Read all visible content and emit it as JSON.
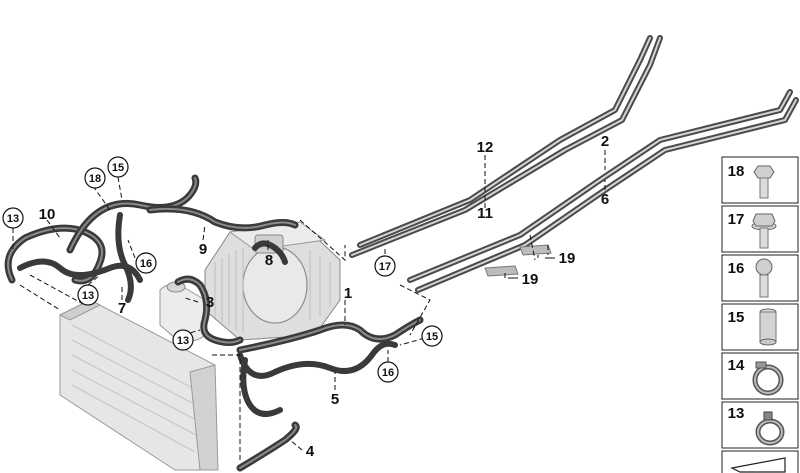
{
  "callouts": {
    "c13_left": "13",
    "c18": "18",
    "c15_top": "15",
    "c16_left": "16",
    "c13_mid": "13",
    "c13_center": "13",
    "c17": "17",
    "c15_right": "15",
    "c16_right": "16"
  },
  "labels": {
    "l10": "10",
    "l9": "9",
    "l8": "8",
    "l7": "7",
    "l3": "3",
    "l1": "1",
    "l5": "5",
    "l4": "4",
    "l12": "12",
    "l11": "11",
    "l2": "2",
    "l6": "6",
    "l19_a": "19",
    "l19_b": "19"
  },
  "side_panel": {
    "items": [
      "18",
      "17",
      "16",
      "15",
      "14",
      "13"
    ]
  },
  "colors": {
    "hose": "#3a3a3a",
    "pipe": "#4a4a4a",
    "radiator": "#e2e2e2",
    "pump": "#dcdcdc"
  }
}
